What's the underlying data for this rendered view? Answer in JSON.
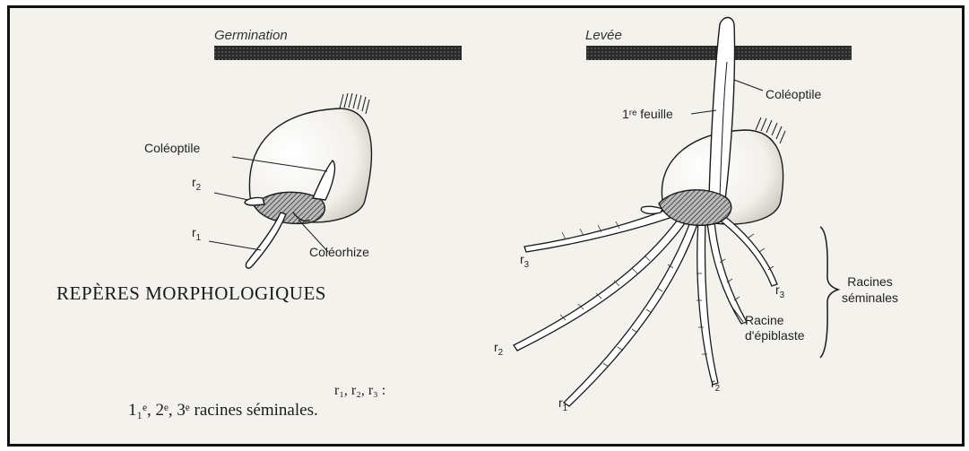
{
  "stages": {
    "germination": "Germination",
    "levee": "Levée"
  },
  "labels": {
    "coleoptile_left": "Coléoptile",
    "coleorhize": "Coléorhize",
    "r1": "r",
    "r1_sub": "1",
    "r2": "r",
    "r2_sub": "2",
    "r3": "r",
    "r3_sub": "3",
    "coleoptile_right": "Coléoptile",
    "first_leaf": "1ʳᵉ feuille",
    "racines_seminales_line1": "Racines",
    "racines_seminales_line2": "séminales",
    "racine_epiblaste_line1": "Racine",
    "racine_epiblaste_line2": "d'épiblaste"
  },
  "title": "REPÈRES MORPHOLOGIQUES",
  "legend": {
    "line1": "r₁, r₂, r₃ :",
    "line2": "1₁ᵉ, 2ᵉ, 3ᵉ racines séminales."
  },
  "colors": {
    "ink": "#222222",
    "soil": "#1e1e1e",
    "paper": "#f4f2ec",
    "border": "#111111"
  }
}
